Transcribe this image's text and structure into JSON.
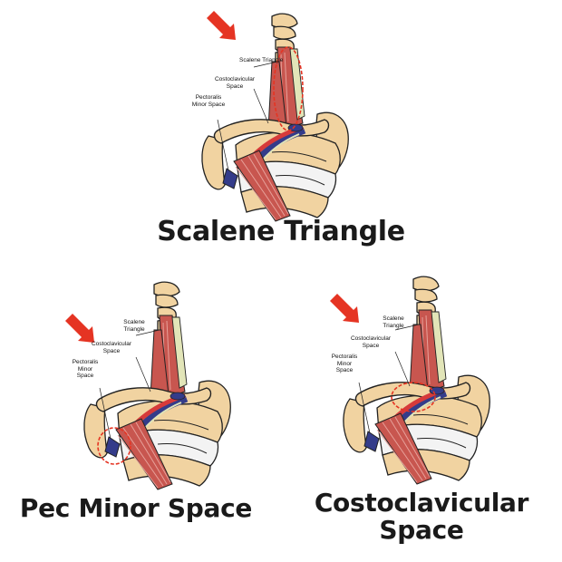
{
  "panels": [
    {
      "id": "scalene",
      "caption": "Scalene Triangle",
      "labels": {
        "scalene": "Scalene Triangle",
        "costo": "Costoclavicular Space",
        "pec": "Pectoralis Minor Space"
      }
    },
    {
      "id": "pec",
      "caption": "Pec Minor Space",
      "labels": {
        "scalene": "Scalene Triangle",
        "costo": "Costoclavicular Space",
        "pec": "Pectoralis Minor Space"
      }
    },
    {
      "id": "costo",
      "caption_line1": "Costoclavicular",
      "caption_line2": "Space",
      "labels": {
        "scalene": "Scalene Triangle",
        "costo": "Costoclavicular Space",
        "pec": "Pectoralis Minor Space"
      }
    }
  ],
  "colors": {
    "bone": "#f1d3a1",
    "bone_stroke": "#222222",
    "muscle": "#c8564f",
    "muscle_stripe": "#e7a19a",
    "artery": "#d63a3a",
    "vein": "#343c8a",
    "nerve": "#e2e5b8",
    "rib_light": "#f3f3f3",
    "arrow": "#e53423",
    "highlight": "#e53423"
  },
  "icons": {
    "pointer": "red-arrow-icon",
    "highlight": "dashed-circle-icon"
  }
}
